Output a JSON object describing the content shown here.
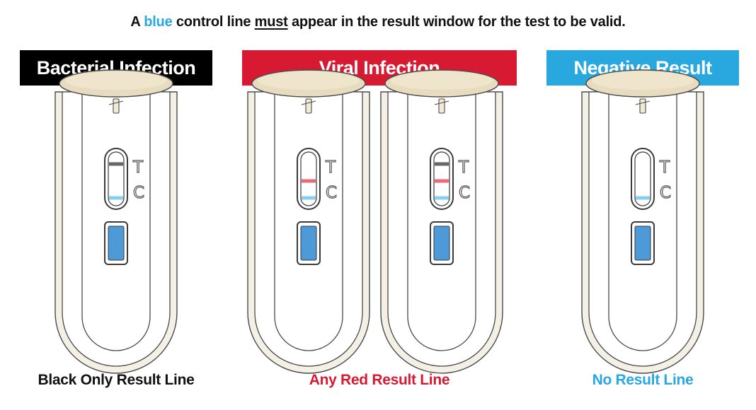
{
  "headline": {
    "prefix": "A ",
    "highlight": "blue",
    "middle": " control line ",
    "emphasis": "must",
    "suffix": " appear in the result window for the test to be valid."
  },
  "colors": {
    "bacterial": "#000000",
    "viral": "#d71a32",
    "negative": "#29a8e0",
    "control_line": "#87d0ee",
    "red_line": "#ea6a78",
    "black_line": "#666666",
    "sample_well": "#4d9ad8"
  },
  "panels": [
    {
      "title": "Bacterial Infection",
      "caption": "Black Only Result Line"
    },
    {
      "title": "Viral Infection",
      "caption": "Any Red Result Line"
    },
    {
      "title": "Negative Result",
      "caption": "No Result Line"
    }
  ],
  "devices": [
    {
      "label_t": "T",
      "label_c": "C",
      "result_lines": [
        "black",
        "blue"
      ]
    },
    {
      "label_t": "T",
      "label_c": "C",
      "result_lines": [
        "red",
        "blue"
      ]
    },
    {
      "label_t": "T",
      "label_c": "C",
      "result_lines": [
        "black",
        "red",
        "blue"
      ]
    },
    {
      "label_t": "T",
      "label_c": "C",
      "result_lines": [
        "blue"
      ]
    }
  ]
}
